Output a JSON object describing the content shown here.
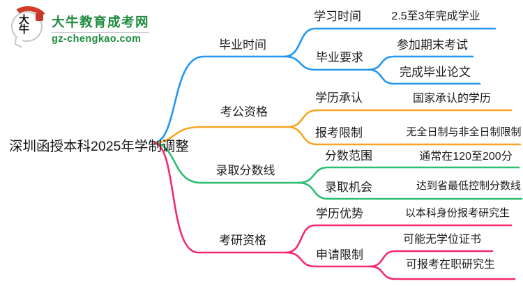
{
  "logo": {
    "icon_chars": "大牛",
    "title": "大牛教育成考网",
    "domain": "gz-chengkao.com",
    "brand_green": "#1e8c3e",
    "seal_red": "#c5392b"
  },
  "root": {
    "label": "深圳函授本科2025年学制调整"
  },
  "branches": [
    {
      "label": "毕业时间",
      "color": "#2196f3",
      "children": [
        {
          "label": "学习时间",
          "children": [
            {
              "label": "2.5至3年完成学业"
            }
          ]
        },
        {
          "label": "毕业要求",
          "children": [
            {
              "label": "参加期末考试"
            },
            {
              "label": "完成毕业论文"
            }
          ]
        }
      ]
    },
    {
      "label": "考公资格",
      "color": "#f7a521",
      "children": [
        {
          "label": "学历承认",
          "children": [
            {
              "label": "国家承认的学历"
            }
          ]
        },
        {
          "label": "报考限制",
          "children": [
            {
              "label": "无全日制与非全日制限制"
            }
          ]
        }
      ]
    },
    {
      "label": "录取分数线",
      "color": "#2cbe71",
      "children": [
        {
          "label": "分数范围",
          "children": [
            {
              "label": "通常在120至200分"
            }
          ]
        },
        {
          "label": "录取机会",
          "children": [
            {
              "label": "达到省最低控制分数线"
            }
          ]
        }
      ]
    },
    {
      "label": "考研资格",
      "color": "#f5286f",
      "children": [
        {
          "label": "学历优势",
          "children": [
            {
              "label": "以本科身份报考研究生"
            }
          ]
        },
        {
          "label": "申请限制",
          "children": [
            {
              "label": "可能无学位证书"
            },
            {
              "label": "可报考在职研究生"
            }
          ]
        }
      ]
    }
  ]
}
